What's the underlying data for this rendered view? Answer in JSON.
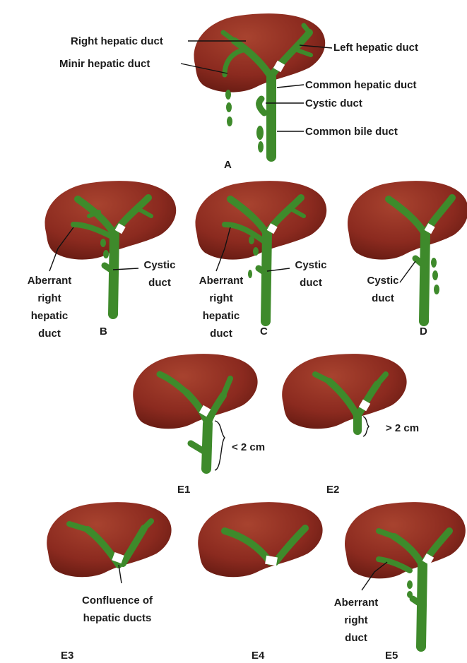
{
  "colors": {
    "liver": "#8b2a1f",
    "liver_dark": "#5e1810",
    "liver_light": "#a8432f",
    "duct": "#3e8a2b",
    "duct_dark": "#275e19",
    "duct_light": "#63ad45",
    "junction": "#ffffff",
    "leader": "#111111",
    "text": "#1c1c1c"
  },
  "panel_a": {
    "label": "A",
    "right_hepatic_duct": "Right hepatic duct",
    "minor_hepatic_duct": "Minir hepatic duct",
    "left_hepatic_duct": "Left hepatic duct",
    "common_hepatic_duct": "Common hepatic duct",
    "cystic_duct": "Cystic duct",
    "common_bile_duct": "Common bile duct"
  },
  "panel_b": {
    "label": "B",
    "aberrant": [
      "Aberrant",
      "right",
      "hepatic",
      "duct"
    ],
    "cystic": [
      "Cystic",
      "duct"
    ]
  },
  "panel_c": {
    "label": "C",
    "aberrant": [
      "Aberrant",
      "right",
      "hepatic",
      "duct"
    ],
    "cystic": [
      "Cystic",
      "duct"
    ]
  },
  "panel_d": {
    "label": "D",
    "cystic": [
      "Cystic",
      "duct"
    ]
  },
  "panel_e1": {
    "label": "E1",
    "measure": "< 2 cm"
  },
  "panel_e2": {
    "label": "E2",
    "measure": "> 2 cm"
  },
  "panel_e3": {
    "label": "E3",
    "confluence": [
      "Confluence of",
      "hepatic ducts"
    ]
  },
  "panel_e4": {
    "label": "E4"
  },
  "panel_e5": {
    "label": "E5",
    "aberrant": [
      "Aberrant",
      "right",
      "duct"
    ]
  }
}
